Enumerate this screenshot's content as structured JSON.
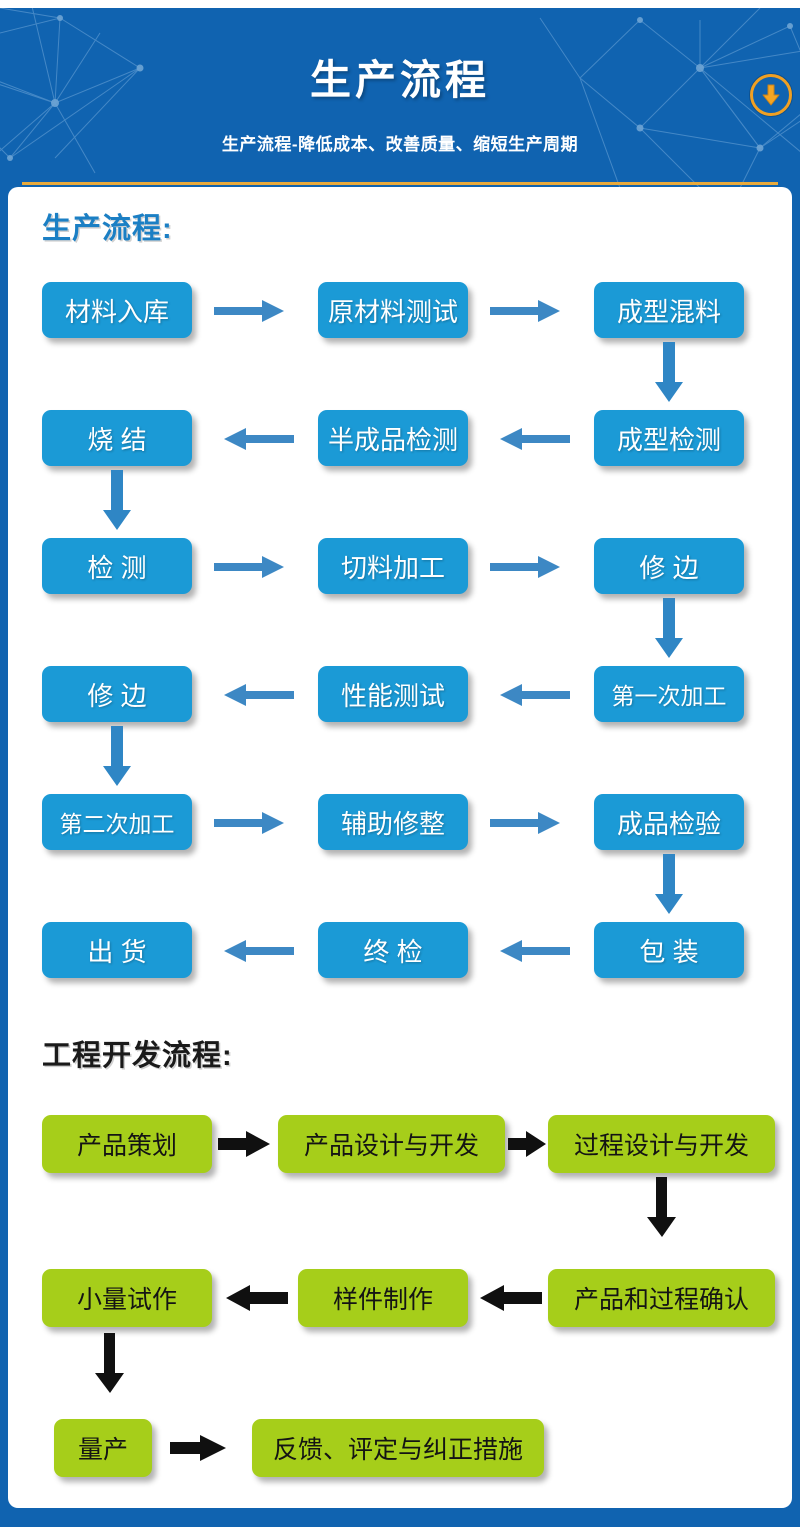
{
  "header": {
    "title": "生产流程",
    "subtitle": "生产流程-降低成本、改善质量、缩短生产周期",
    "download_icon": "download-arrow-icon",
    "accent_gold": "#e8aa3c",
    "background": "#1063b0"
  },
  "sections": [
    {
      "heading": "生产流程:",
      "color": "#1b9ad6",
      "nodes": [
        "材料入库",
        "原材料测试",
        "成型混料",
        "成型检测",
        "半成品检测",
        "烧 结",
        "检 测",
        "切料加工",
        "修 边",
        "第一次加工",
        "性能测试",
        "修 边",
        "第二次加工",
        "辅助修整",
        "成品检验",
        "包 装",
        "终 检",
        "出 货"
      ]
    },
    {
      "heading": "工程开发流程:",
      "color": "#a6ce1a",
      "nodes": [
        "产品策划",
        "产品设计与开发",
        "过程设计与开发",
        "产品和过程确认",
        "样件制作",
        "小量试作",
        "量产",
        "反馈、评定与纠正措施"
      ]
    }
  ],
  "flow": {
    "production": {
      "row1": {
        "n1": "材料入库",
        "n2": "原材料测试",
        "n3": "成型混料"
      },
      "row2": {
        "n1": "烧 结",
        "n2": "半成品检测",
        "n3": "成型检测"
      },
      "row3": {
        "n1": "检 测",
        "n2": "切料加工",
        "n3": "修 边"
      },
      "row4": {
        "n1": "修 边",
        "n2": "性能测试",
        "n3": "第一次加工"
      },
      "row5": {
        "n1": "第二次加工",
        "n2": "辅助修整",
        "n3": "成品检验"
      },
      "row6": {
        "n1": "出 货",
        "n2": "终 检",
        "n3": "包 装"
      }
    },
    "engineering": {
      "row1": {
        "n1": "产品策划",
        "n2": "产品设计与开发",
        "n3": "过程设计与开发"
      },
      "row2": {
        "n1": "小量试作",
        "n2": "样件制作",
        "n3": "产品和过程确认"
      },
      "row3": {
        "n1": "量产",
        "n2": "反馈、评定与纠正措施"
      }
    }
  },
  "headings": {
    "production": "生产流程:",
    "engineering": "工程开发流程:"
  },
  "colors": {
    "blue_node": "#1b9ad6",
    "green_node": "#a6ce1a",
    "frame_blue": "#1063b0",
    "gold": "#e8aa3c",
    "blue_arrow": "#2f86c5",
    "black_arrow": "#111111"
  }
}
